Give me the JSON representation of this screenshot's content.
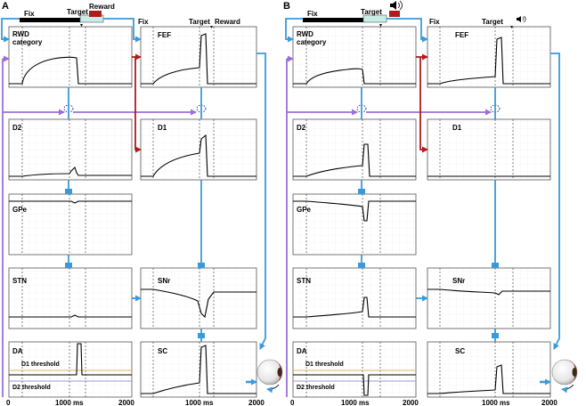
{
  "panel_labels": {
    "A": "A",
    "B": "B"
  },
  "timeline": {
    "fix": "Fix",
    "target": "Target",
    "reward": "Reward",
    "sound_icon": "speaker-icon"
  },
  "axis": {
    "t0": "0",
    "t1": "1000 ms",
    "t2": "2000"
  },
  "modules": {
    "rwd_line1": "RWD",
    "rwd_line2": "category",
    "fef": "FEF",
    "d2": "D2",
    "d1": "D1",
    "gpe": "GPe",
    "stn": "STN",
    "snr": "SNr",
    "da": "DA",
    "sc": "SC",
    "d1_threshold": "D1 threshold",
    "d2_threshold": "D2 threshold"
  },
  "colors": {
    "blue_pathway": "#3a9ad9",
    "red_pathway": "#b01c1c",
    "purple_pathway": "#9b6fd6",
    "d1_threshold_line": "#e0b060",
    "d2_threshold_line": "#9a98d8",
    "fix_bar": "#000000",
    "target_bar": "#c9ece7",
    "reward_bar": "#b01c1c"
  }
}
